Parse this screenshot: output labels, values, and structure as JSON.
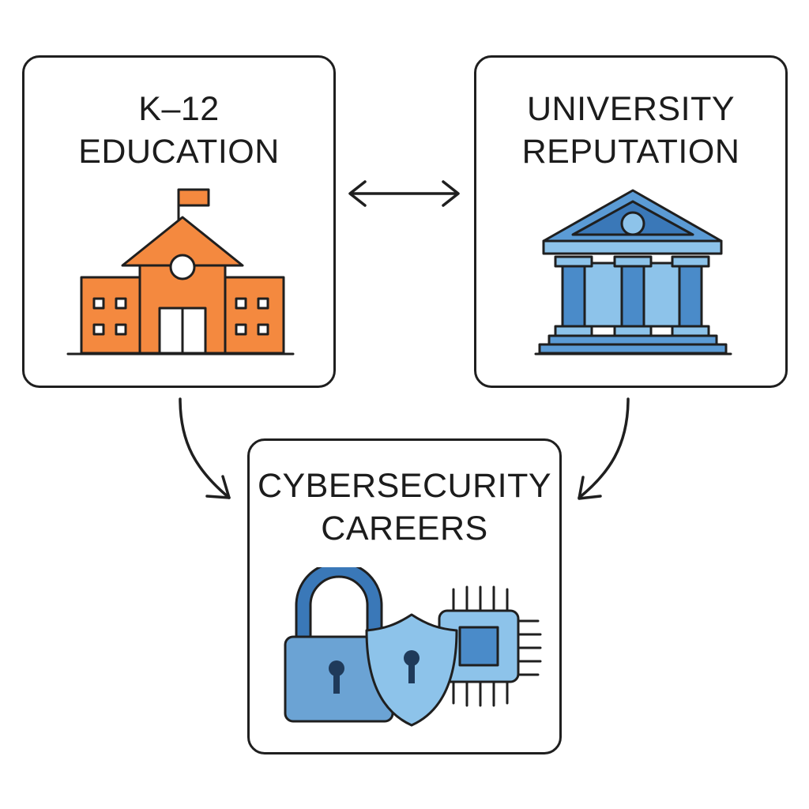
{
  "cards": {
    "k12": {
      "title_line1": "K–12",
      "title_line2": "EDUCATION",
      "icon": "school-building-icon",
      "color": "#F4893F"
    },
    "university": {
      "title_line1": "UNIVERSITY",
      "title_line2": "REPUTATION",
      "icon": "university-building-icon",
      "color": "#5B9BD5"
    },
    "cyber": {
      "title_line1": "CYBERSECURITY",
      "title_line2": "CAREERS",
      "icon": "padlock-shield-chip-icon",
      "color": "#4A8BC9"
    }
  },
  "connectors": [
    {
      "from": "k12",
      "to": "university",
      "type": "bidirectional"
    },
    {
      "from": "k12",
      "to": "cyber",
      "type": "directed"
    },
    {
      "from": "university",
      "to": "cyber",
      "type": "directed"
    }
  ]
}
